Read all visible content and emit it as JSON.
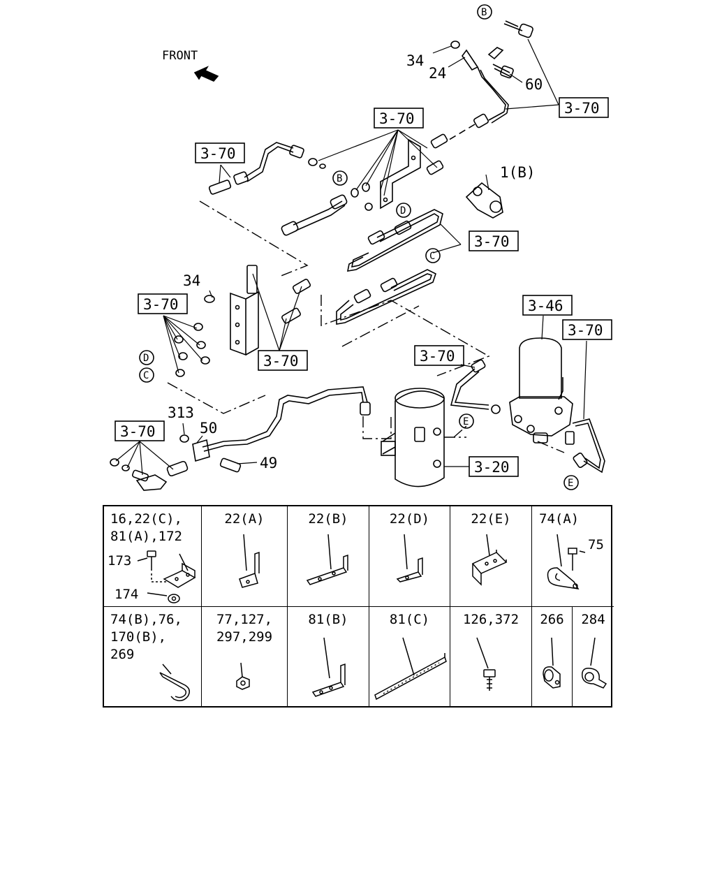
{
  "diagram": {
    "front_label": "FRONT",
    "ref_boxes": [
      "3-70",
      "3-70",
      "3-70",
      "3-70",
      "3-70",
      "3-70",
      "3-70",
      "3-70",
      "3-46",
      "3-20"
    ],
    "callouts": [
      "34",
      "24",
      "60",
      "1(B)",
      "34",
      "313",
      "50",
      "49"
    ],
    "circled_letters": [
      "B",
      "B",
      "D",
      "C",
      "D",
      "C",
      "E",
      "E"
    ]
  },
  "parts_table": {
    "cells": [
      {
        "label": "16,22(C),\n81(A),172",
        "extra": [
          "173",
          "174"
        ]
      },
      {
        "label": "22(A)"
      },
      {
        "label": "22(B)"
      },
      {
        "label": "22(D)"
      },
      {
        "label": "22(E)"
      },
      {
        "label": "74(A)",
        "extra": [
          "75"
        ]
      },
      {
        "label": "74(B),76,\n170(B),\n269"
      },
      {
        "label": "77,127,\n297,299"
      },
      {
        "label": "81(B)"
      },
      {
        "label": "81(C)"
      },
      {
        "label": "126,372"
      },
      {
        "label": "266"
      },
      {
        "label": "284"
      }
    ]
  }
}
